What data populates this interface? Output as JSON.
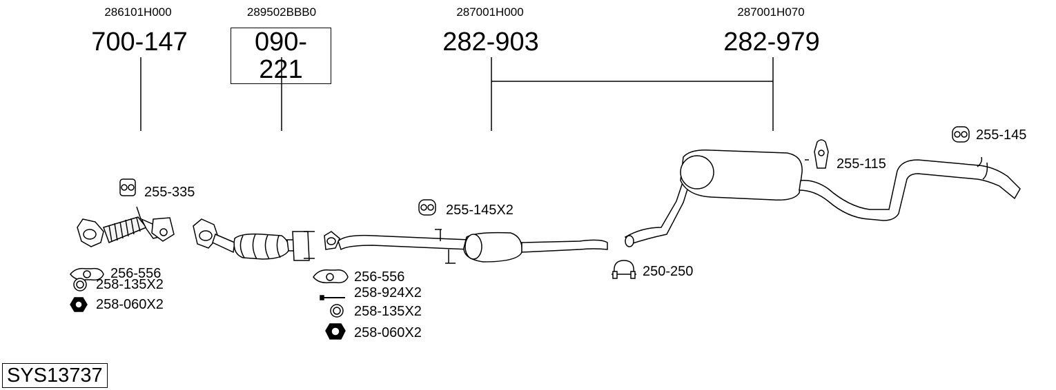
{
  "parts": [
    {
      "oem": "286101H000",
      "number": "700-147",
      "boxed": false
    },
    {
      "oem": "289502BBB0",
      "number": "090-221",
      "boxed": true
    },
    {
      "oem": "287001H000",
      "number": "282-903",
      "boxed": false
    },
    {
      "oem": "287001H070",
      "number": "282-979",
      "boxed": false
    }
  ],
  "accessories": {
    "a1": "255-335",
    "a2": "256-556",
    "a3": "258-135X2",
    "a4": "258-060X2",
    "a5": "256-556",
    "a6": "258-924X2",
    "a7": "258-135X2",
    "a8": "258-060X2",
    "a9": "255-145X2",
    "a10": "250-250",
    "a11": "255-115",
    "a12": "255-145"
  },
  "system_code": "SYS13737"
}
